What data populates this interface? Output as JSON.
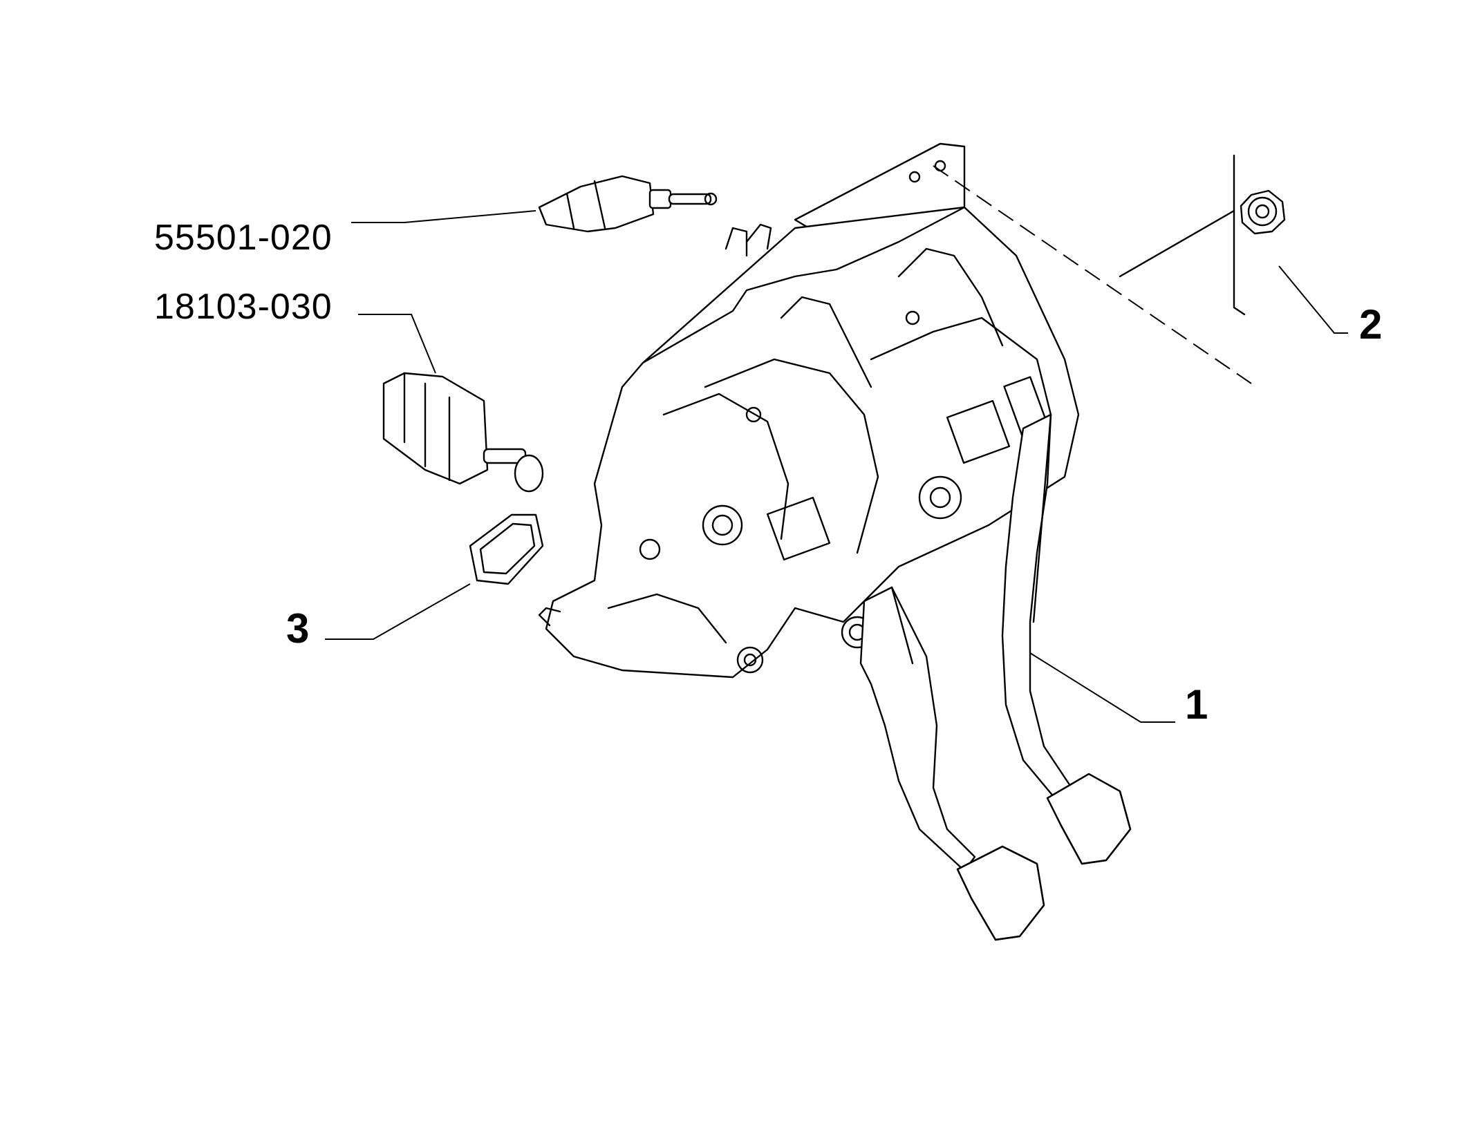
{
  "callouts": {
    "switch_top": "55501-020",
    "switch_bottom": "18103-030",
    "item_1": "1",
    "item_2": "2",
    "item_3": "3"
  }
}
